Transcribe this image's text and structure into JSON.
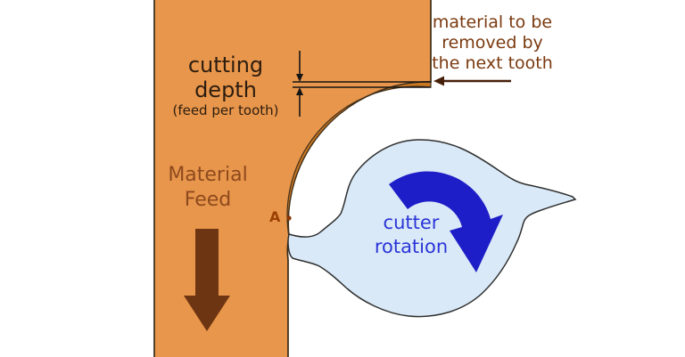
{
  "labels": {
    "cutting_depth": {
      "line1": "cutting",
      "line2": "depth",
      "note": "(feed per tooth)"
    },
    "material_removed": {
      "line1": "material to be",
      "line2": "removed by",
      "line3": "the next tooth"
    },
    "material_feed": {
      "line1": "Material",
      "line2": "Feed"
    },
    "point_a": "A",
    "cutter_rotation": {
      "line1": "cutter",
      "line2": "rotation"
    }
  },
  "shapes": {
    "feed_arrow": "down-arrow",
    "rotation_arrow": "clockwise-arc-arrow",
    "removal_arrow": "left-arrow",
    "dimension_arrows": "vertical-extent-arrows-with-two-reference-lines"
  },
  "colors": {
    "background": "#ffffff",
    "workpiece_orange": "#e8964b",
    "chip_sliver_orange": "#c87723",
    "outline_brown": "#3a2a16",
    "dark_text": "#2d1d0f",
    "removed_text_brown": "#7b3a10",
    "feed_label_brown": "#8e4a1e",
    "point_label_brown": "#9c3f05",
    "feed_arrow_brown": "#6e3512",
    "removal_arrow_brown": "#47200a",
    "cutter_fill_blue": "#d9e9f7",
    "cutter_outline": "#2f2f2f",
    "rotation_arrow_blue": "#1e1ec8",
    "rotation_text_blue": "#2b35d8",
    "dimension_line": "#151515"
  }
}
